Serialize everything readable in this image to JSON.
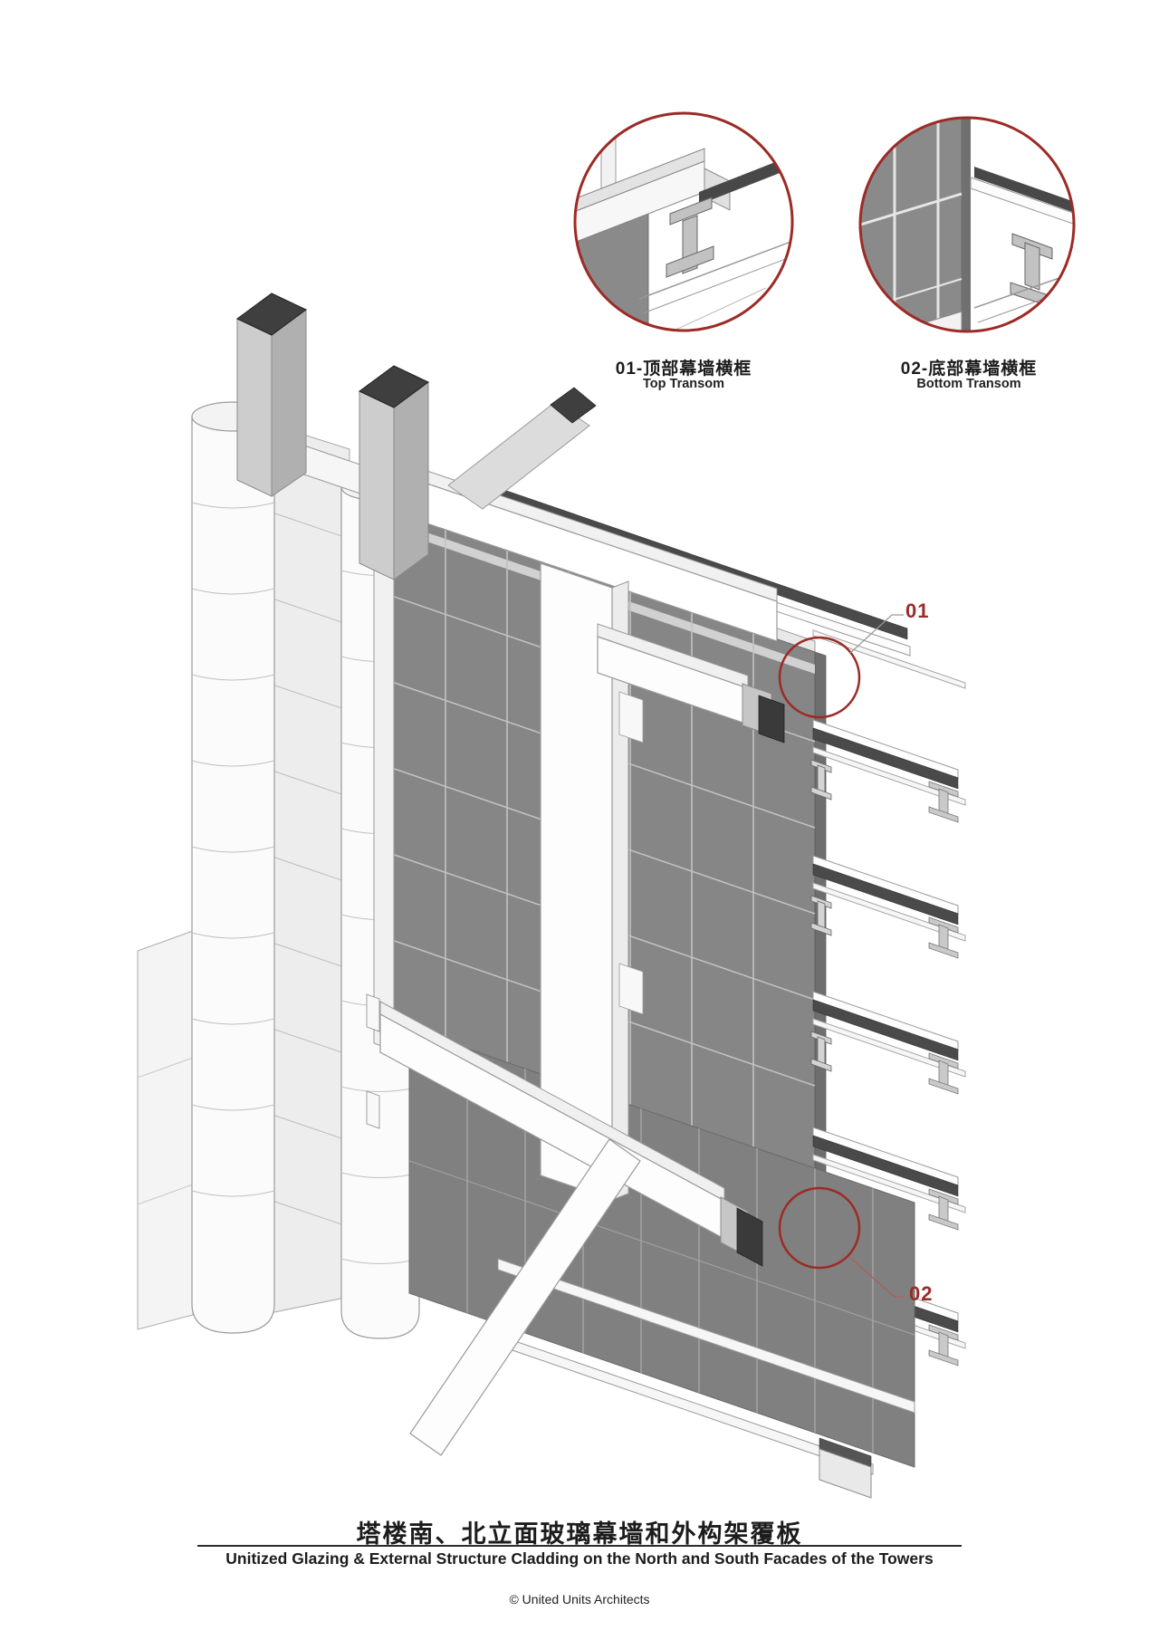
{
  "details": [
    {
      "id": "01",
      "label_zh": "01-顶部幕墙横框",
      "label_en": "Top Transom"
    },
    {
      "id": "02",
      "label_zh": "02-底部幕墙横框",
      "label_en": "Bottom Transom"
    }
  ],
  "callouts": [
    {
      "id": "01"
    },
    {
      "id": "02"
    }
  ],
  "title_block": {
    "title_zh": "塔楼南、北立面玻璃幕墙和外构架覆板",
    "title_en": "Unitized Glazing & External Structure Cladding on the North and South Facades of the Towers",
    "copyright": "© United Units Architects"
  },
  "colors": {
    "accent_red": "#9C2B26",
    "glazing_gray": "#868686",
    "spandrel_gray": "#808080",
    "dark_cap": "#3F3F3F",
    "structure_white": "#FDFDFD"
  }
}
